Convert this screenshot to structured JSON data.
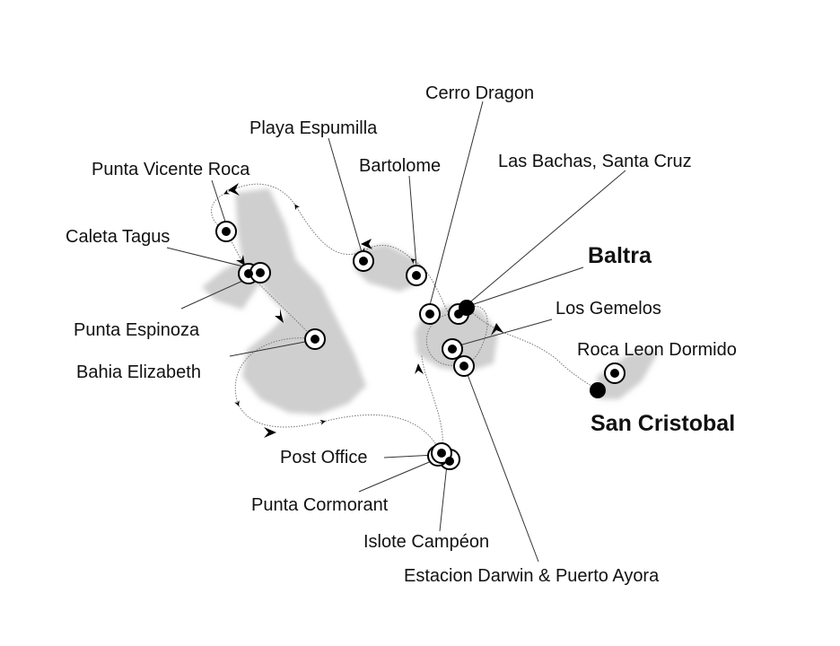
{
  "map": {
    "ports": {
      "baltra": "Baltra",
      "san_cristobal": "San Cristobal"
    },
    "stops": {
      "cerro_dragon": "Cerro Dragon",
      "playa_espumilla": "Playa Espumilla",
      "bartolome": "Bartolome",
      "las_bachas": "Las Bachas, Santa Cruz",
      "punta_vicente_roca": "Punta Vicente Roca",
      "caleta_tagus": "Caleta Tagus",
      "punta_espinoza": "Punta Espinoza",
      "bahia_elizabeth": "Bahia Elizabeth",
      "los_gemelos": "Los Gemelos",
      "roca_leon_dormido": "Roca Leon Dormido",
      "post_office": "Post Office",
      "punta_cormorant": "Punta Cormorant",
      "islote_campeon": "Islote Campéon",
      "estacion_darwin": "Estacion Darwin & Puerto Ayora"
    },
    "colors": {
      "land": "#cfcfcf",
      "marker": "#000000"
    }
  }
}
